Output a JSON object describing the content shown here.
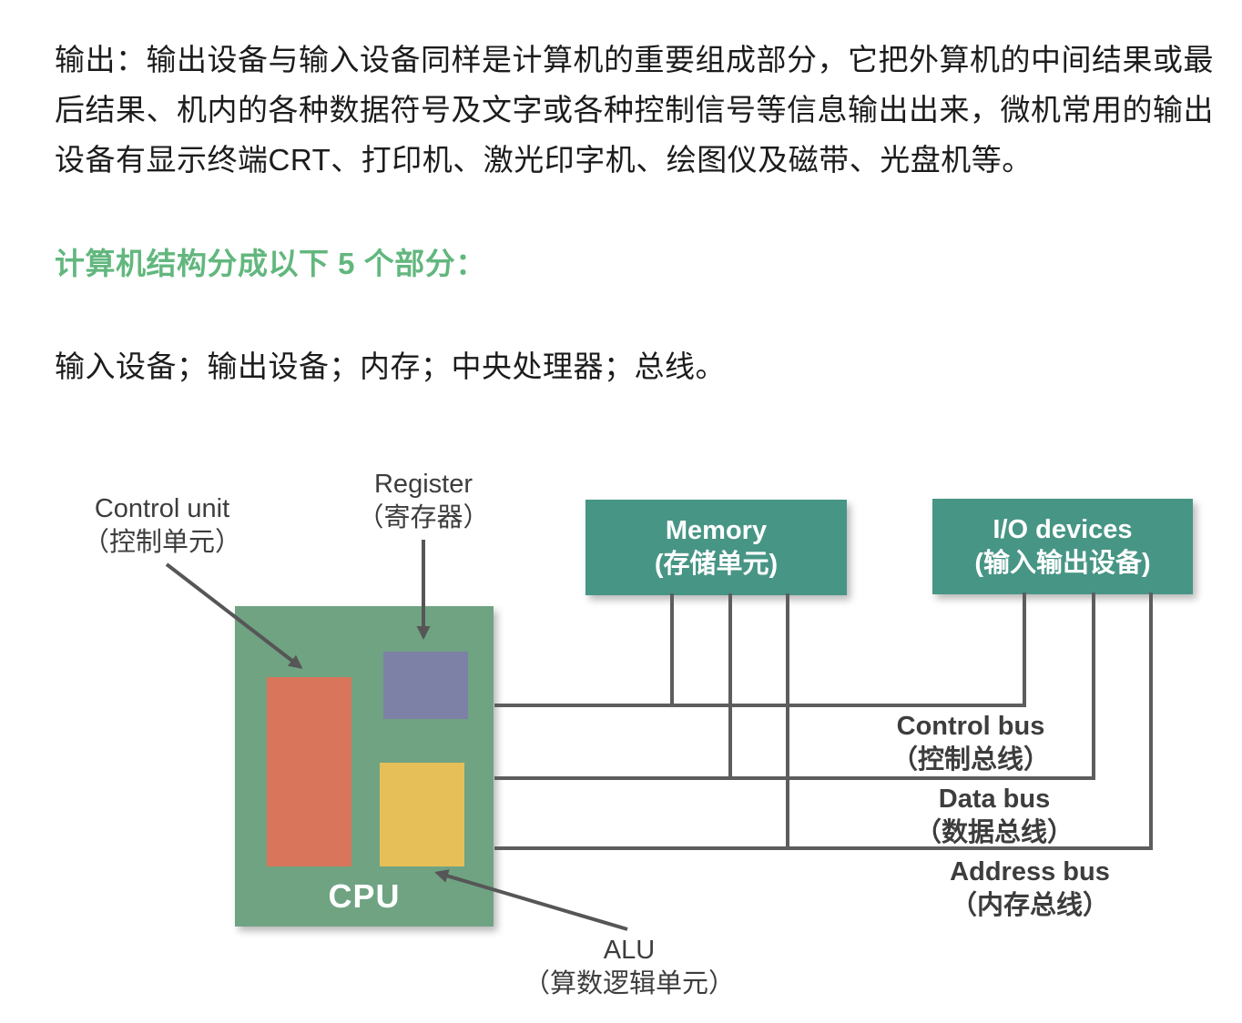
{
  "article": {
    "paragraph_lines": [
      "输出：输出设备与输入设备同样是计算机的重要组成部分，它把外算机的中间结果或最",
      "后结果、机内的各种数据符号及文字或各种控制信号等信息输出出来，微机常用的输出",
      "设备有显示终端CRT、打印机、激光印字机、绘图仪及磁带、光盘机等。"
    ],
    "heading": "计算机结构分成以下 5 个部分：",
    "components_line": "输入设备；输出设备；内存；中央处理器；总线。"
  },
  "diagram": {
    "cpu": {
      "label": "CPU",
      "fill": "#6fa382"
    },
    "control_unit": {
      "label_en": "Control unit",
      "label_zh": "（控制单元）",
      "fill": "#d8755a"
    },
    "register": {
      "label_en": "Register",
      "label_zh": "（寄存器）",
      "fill": "#7d81a6"
    },
    "alu": {
      "label_en": "ALU",
      "label_zh": "（算数逻辑单元）",
      "fill": "#e7bf58"
    },
    "memory": {
      "label_en": "Memory",
      "label_zh": "(存储单元)",
      "fill": "#479585"
    },
    "io_devices": {
      "label_en": "I/O devices",
      "label_zh": "(输入输出设备)",
      "fill": "#479585"
    },
    "buses": [
      {
        "label_en": "Control bus",
        "label_zh": "（控制总线）"
      },
      {
        "label_en": "Data bus",
        "label_zh": "（数据总线）"
      },
      {
        "label_en": "Address bus",
        "label_zh": "（内存总线）"
      }
    ],
    "line_color": "#5d5d5d",
    "arrow_color": "#565656",
    "label_color": "#3d3d3d"
  },
  "colors": {
    "heading_green": "#62b77e",
    "body_text": "#1c1c1c"
  }
}
